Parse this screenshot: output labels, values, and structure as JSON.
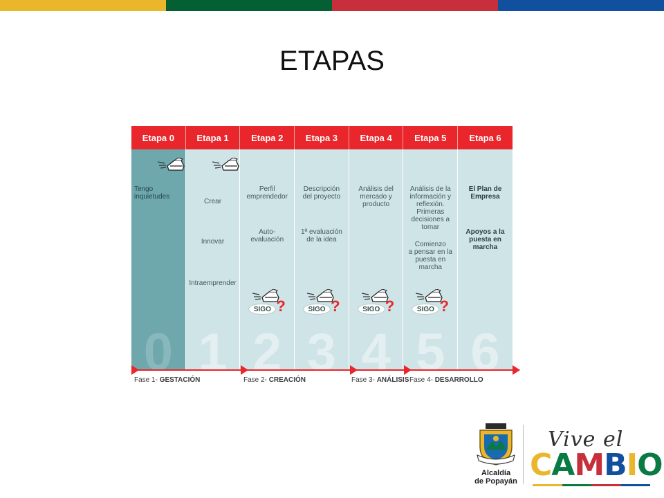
{
  "top_bar_colors": [
    "#e9b62c",
    "#046033",
    "#c7303a",
    "#11509f"
  ],
  "title": "ETAPAS",
  "diagram": {
    "accent_color": "#e8262b",
    "stages": [
      {
        "header": "Etapa 0",
        "number": "0",
        "texts": [
          {
            "lines": [
              "Tengo",
              "inquietudes"
            ],
            "bold": false
          }
        ]
      },
      {
        "header": "Etapa 1",
        "number": "1",
        "texts": [
          {
            "lines": [
              "Crear"
            ],
            "bold": false
          },
          {
            "lines": [
              "Innovar"
            ],
            "bold": false
          },
          {
            "lines": [
              "Intraemprender"
            ],
            "bold": false
          }
        ]
      },
      {
        "header": "Etapa 2",
        "number": "2",
        "texts": [
          {
            "lines": [
              "Perfil",
              "emprendedor"
            ],
            "bold": false
          },
          {
            "lines": [
              "Auto-",
              "evaluación"
            ],
            "bold": false
          }
        ]
      },
      {
        "header": "Etapa 3",
        "number": "3",
        "texts": [
          {
            "lines": [
              "Descripción",
              "del proyecto"
            ],
            "bold": false
          },
          {
            "lines": [
              "1ª evaluación",
              "de la idea"
            ],
            "bold": false
          }
        ]
      },
      {
        "header": "Etapa 4",
        "number": "4",
        "texts": [
          {
            "lines": [
              "Análisis del",
              "mercado y",
              "producto"
            ],
            "bold": false
          }
        ]
      },
      {
        "header": "Etapa 5",
        "number": "5",
        "texts": [
          {
            "lines": [
              "Análisis de la",
              "información y",
              "reflexión.",
              "Primeras",
              "decisiones a",
              "tomar"
            ],
            "bold": false
          },
          {
            "lines": [
              "Comienzo",
              "a pensar en la",
              "puesta en",
              "marcha"
            ],
            "bold": false
          }
        ]
      },
      {
        "header": "Etapa 6",
        "number": "6",
        "texts": [
          {
            "lines": [
              "El Plan de",
              "Empresa"
            ],
            "bold": true
          },
          {
            "lines": [
              "Apoyos a la",
              "puesta en",
              "marcha"
            ],
            "bold": true
          }
        ]
      }
    ],
    "sigo_label": "SIGO",
    "sigo_mark": "?",
    "phases": [
      {
        "prefix": "Fase 1- ",
        "name": "GESTACIÓN"
      },
      {
        "prefix": "Fase 2- ",
        "name": "CREACIÓN"
      },
      {
        "prefix": "Fase 3- ",
        "name": "ANÁLISIS"
      },
      {
        "prefix": "Fase 4- ",
        "name": "DESARROLLO"
      }
    ]
  },
  "logo": {
    "alcaldia_line1": "Alcaldía",
    "alcaldia_line2": "de Popayán",
    "vive_text": "Vive el",
    "cambio_letters": [
      {
        "char": "C",
        "color": "#e9b62c"
      },
      {
        "char": "A",
        "color": "#0a7a44"
      },
      {
        "char": "M",
        "color": "#c7303a"
      },
      {
        "char": "B",
        "color": "#11509f"
      },
      {
        "char": "I",
        "color": "#e9b62c"
      },
      {
        "char": "O",
        "color": "#0a7a44"
      }
    ]
  }
}
